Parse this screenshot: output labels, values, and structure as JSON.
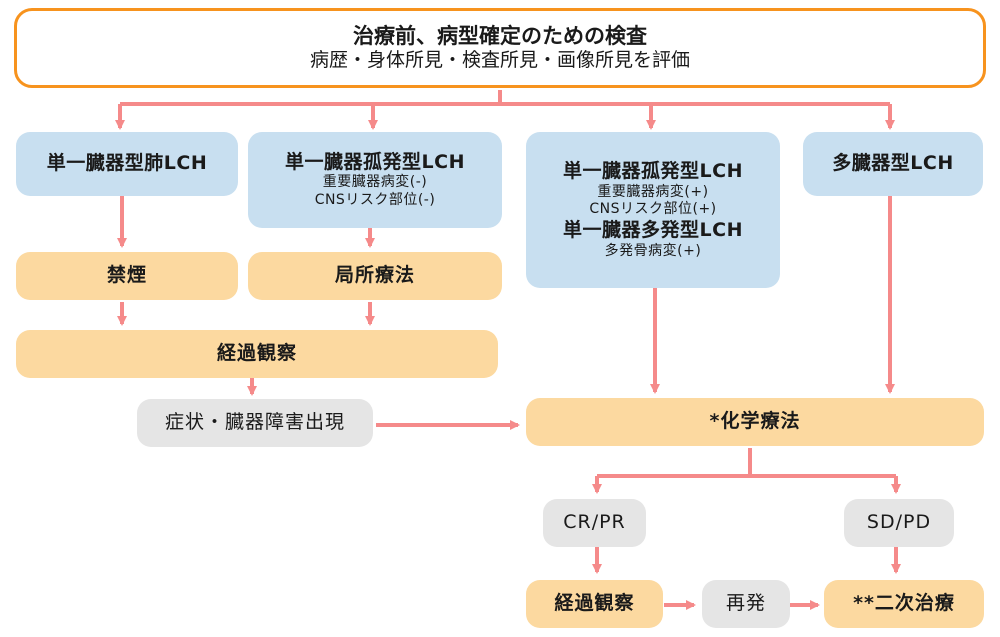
{
  "colors": {
    "top_border": "#f7931e",
    "diagnosis_box": "#c8dff0",
    "treatment_box": "#fcd9a0",
    "status_box": "#e5e5e5",
    "arrow": "#f58a8a"
  },
  "top": {
    "title": "治療前、病型確定のための検査",
    "subtitle": "病歴・身体所見・検査所見・画像所見を評価"
  },
  "types": [
    {
      "title": "単一臓器型肺LCH"
    },
    {
      "title": "単一臓器孤発型LCH",
      "notes": [
        "重要臓器病変(-)",
        "CNSリスク部位(-)"
      ]
    },
    {
      "title": "単一臓器孤発型LCH",
      "notes": [
        "重要臓器病変(+)",
        "CNSリスク部位(+)"
      ],
      "title2": "単一臓器多発型LCH",
      "notes2": [
        "多発骨病変(+)"
      ]
    },
    {
      "title": "多臓器型LCH"
    }
  ],
  "treatments": {
    "smoking_cessation": "禁煙",
    "local_therapy": "局所療法",
    "observation": "経過観察",
    "chemotherapy": "*化学療法",
    "observation2": "経過観察",
    "second_line": "**二次治療"
  },
  "statuses": {
    "symptoms": "症状・臓器障害出現",
    "cr_pr": "CR/PR",
    "sd_pd": "SD/PD",
    "relapse": "再発"
  }
}
